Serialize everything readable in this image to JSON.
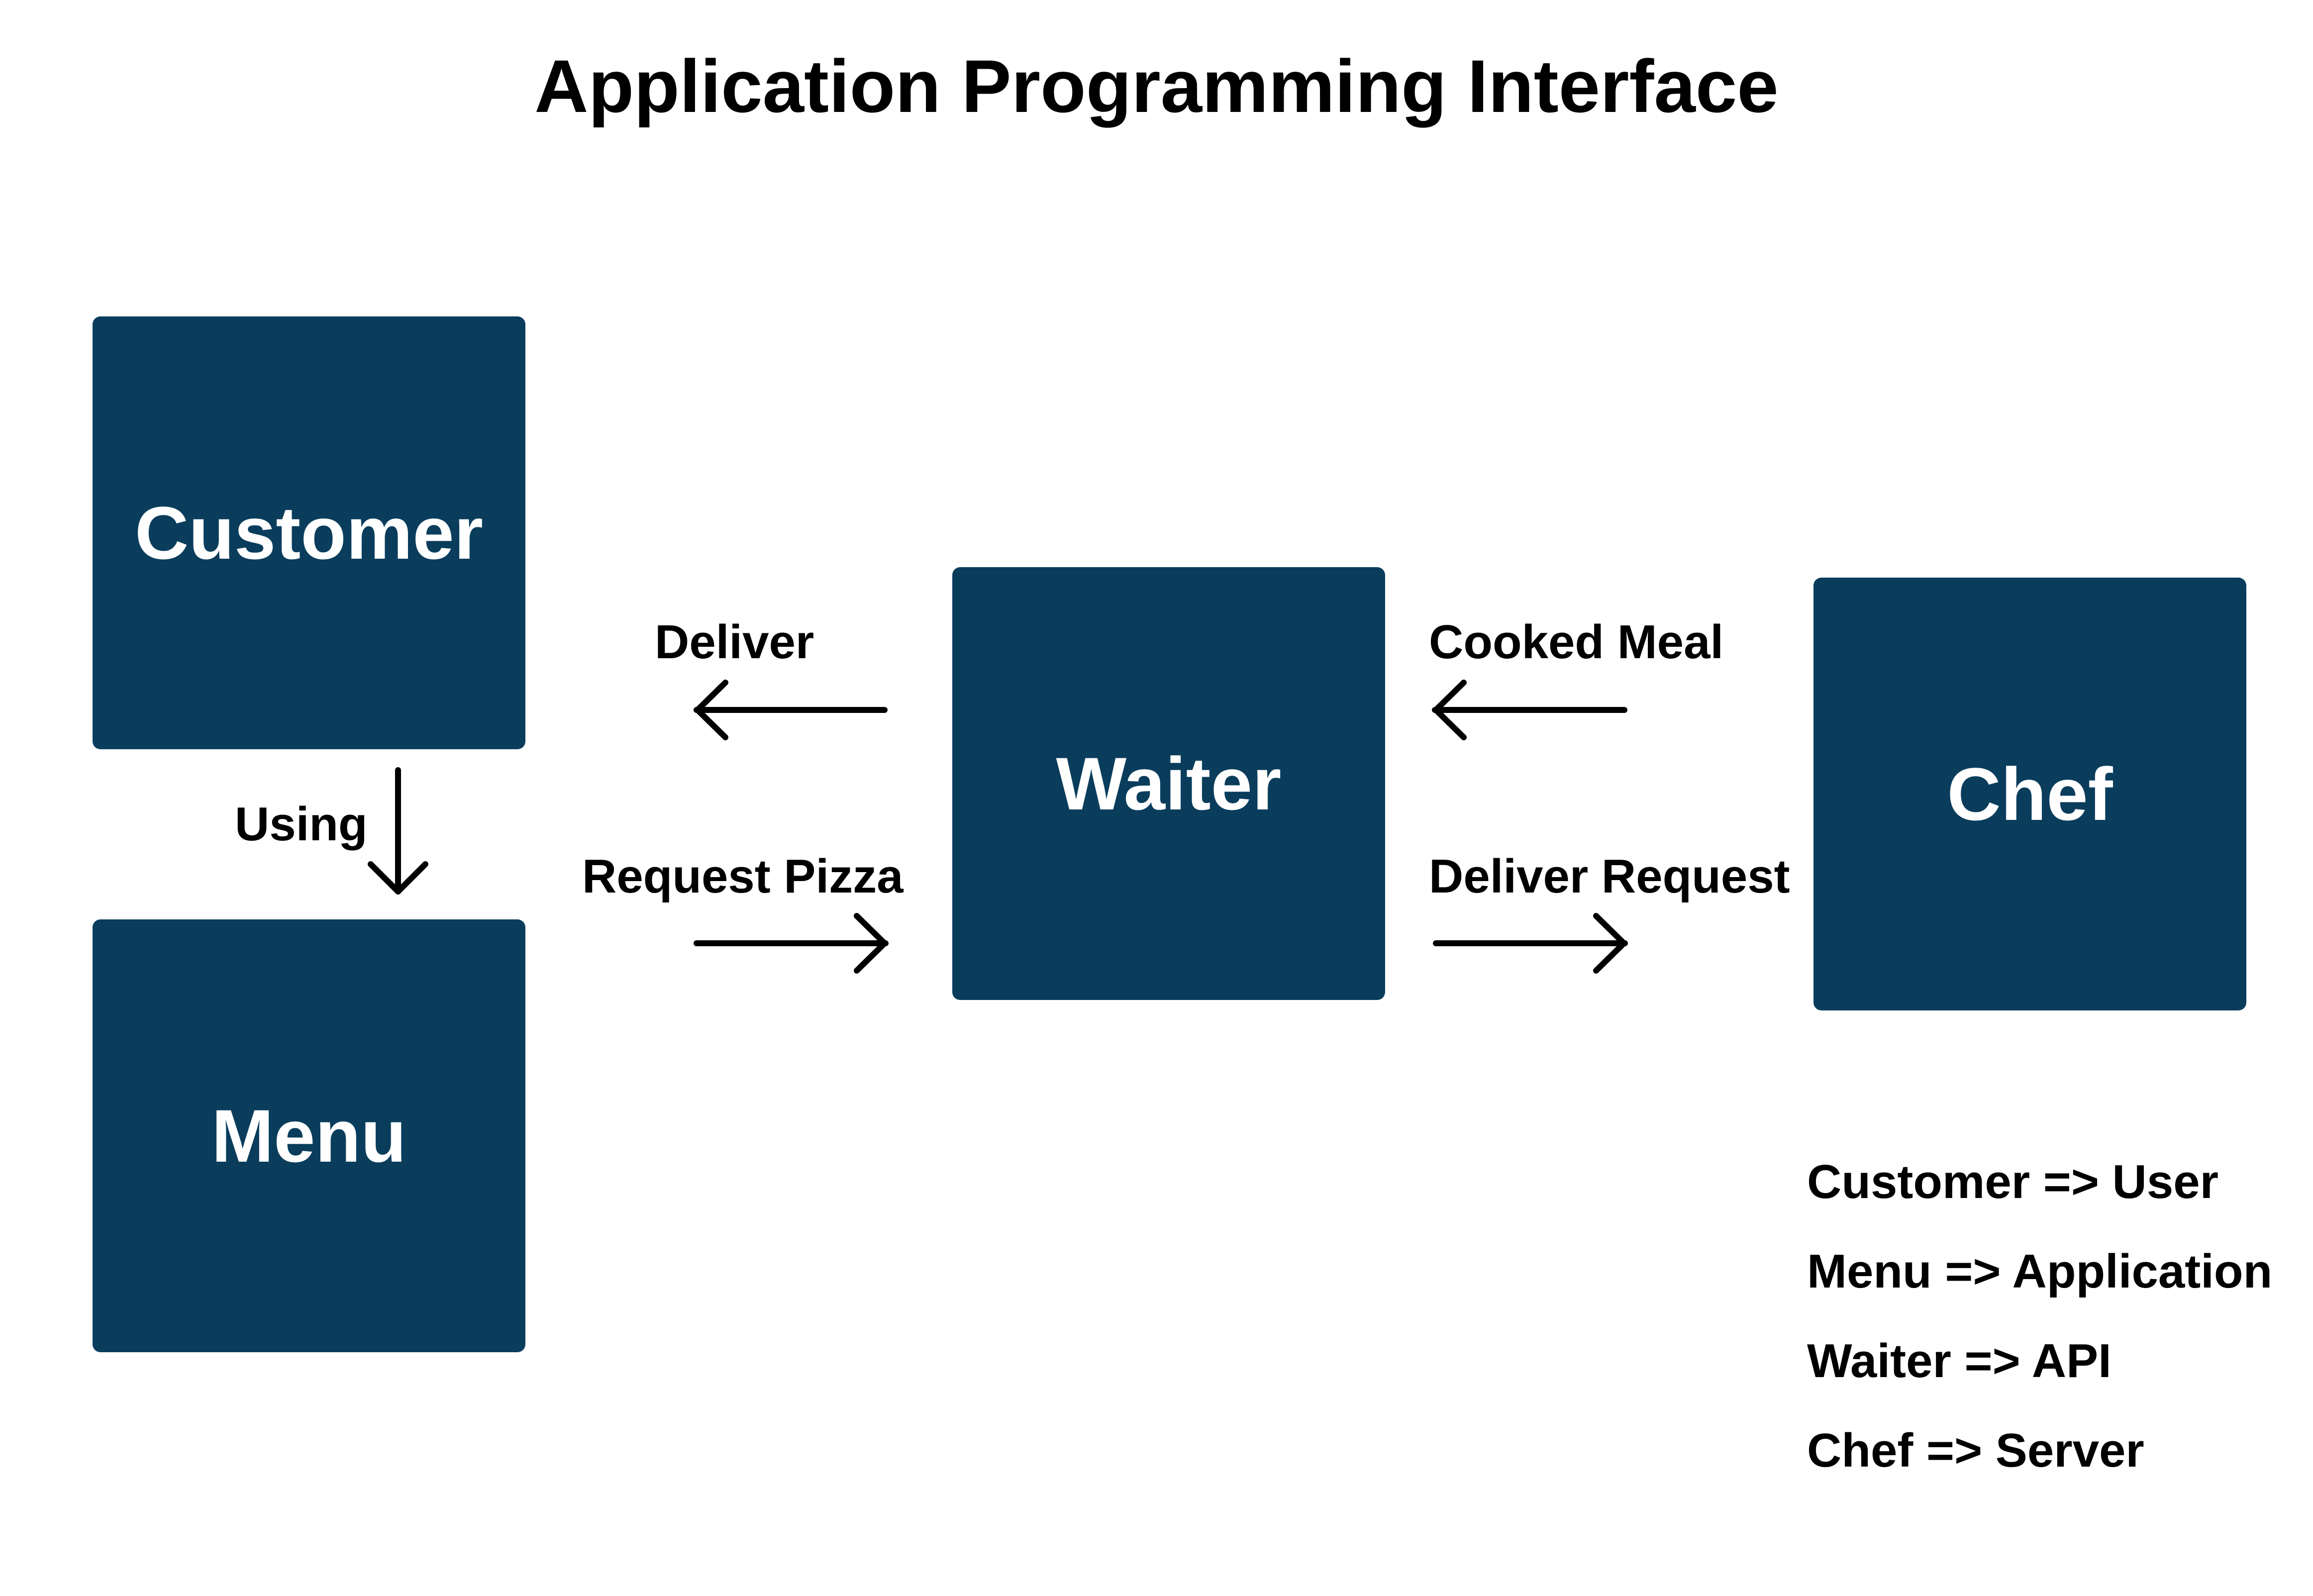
{
  "title": "Application Programming Interface",
  "colors": {
    "node_fill": "#0a3d5c",
    "node_text": "#ffffff",
    "text": "#000000",
    "arrow": "#000000",
    "background": "#ffffff"
  },
  "nodes": {
    "customer": "Customer",
    "menu": "Menu",
    "waiter": "Waiter",
    "chef": "Chef"
  },
  "edges": {
    "deliver": "Deliver",
    "using": "Using",
    "request_pizza": "Request Pizza",
    "cooked_meal": "Cooked Meal",
    "deliver_request": "Deliver Request"
  },
  "legend": [
    "Customer => User",
    "Menu => Application",
    "Waiter => API",
    "Chef => Server"
  ]
}
